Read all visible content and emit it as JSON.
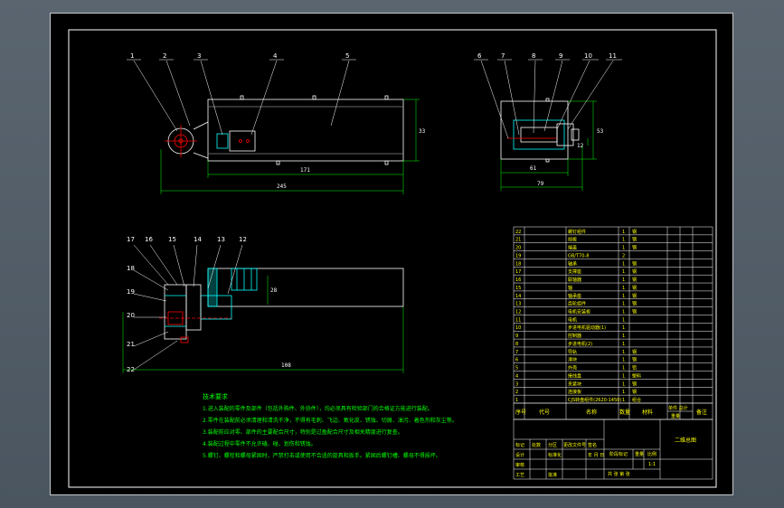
{
  "balloons": [
    "1",
    "2",
    "3",
    "4",
    "5",
    "6",
    "7",
    "8",
    "9",
    "10",
    "11",
    "12",
    "13",
    "14",
    "15",
    "16",
    "17",
    "18",
    "19",
    "20",
    "21",
    "22"
  ],
  "dimensions": {
    "front_inner_length": "171",
    "front_total_length": "245",
    "front_height": "33",
    "side_inner_width": "61",
    "side_total_width": "79",
    "side_height": "53",
    "side_small": "12",
    "section_total_length": "108",
    "section_height": "28"
  },
  "notes": {
    "title": "技术要求",
    "items": [
      "1.进入装配的零件及部件（包括外购件、外协件），均必须具有检验部门的合格证方能进行装配。",
      "2.零件在装配前必须清理和清洗干净，不得有毛刺、飞边、氧化皮、锈蚀、切屑、油污、着色剂和灰尘等。",
      "3.装配前应对零、部件的主要配合尺寸，特别是过盈配合尺寸及相关精度进行复查。",
      "4.装配过程中零件不允许磕、碰、划伤和锈蚀。",
      "5.螺钉、螺栓和螺母紧固时，严禁打击或使用不合适的旋具和扳手。紧固后螺钉槽、螺母不得损坏。"
    ]
  },
  "title_block": {
    "col_no": "序号",
    "col_code": "代号",
    "col_name": "名称",
    "col_qty": "数量",
    "col_material": "材料",
    "col_weight": "单件  总计",
    "col_weight_sub": "重量",
    "col_remark": "备注",
    "drawing_title": "二维总图",
    "stage_label": "阶段标记",
    "weight_label": "重量",
    "scale_label": "比例",
    "scale_value": "1:1",
    "sheet_labels": "共    张    第    张",
    "design_label": "设计",
    "review_label": "审核",
    "process_label": "工艺",
    "standard_label": "标准化",
    "approve_label": "批准",
    "mark_label": "标记",
    "count_label": "处数",
    "zone_label": "分区",
    "change_label": "更改文件号",
    "sign_label": "签名",
    "date_label": "年 月 日"
  },
  "bom": [
    {
      "no": "22",
      "name": "螺钉组件",
      "qty": "1",
      "mat": "钢"
    },
    {
      "no": "21",
      "name": "挡板",
      "qty": "1",
      "mat": "钢"
    },
    {
      "no": "20",
      "name": "端盖",
      "qty": "1",
      "mat": "钢"
    },
    {
      "no": "19",
      "name": "GB/T70-8",
      "qty": "2",
      "mat": ""
    },
    {
      "no": "18",
      "name": "轴承",
      "qty": "1",
      "mat": "钢"
    },
    {
      "no": "17",
      "name": "支撑座",
      "qty": "1",
      "mat": "钢"
    },
    {
      "no": "16",
      "name": "联轴器",
      "qty": "1",
      "mat": "钢"
    },
    {
      "no": "15",
      "name": "轴",
      "qty": "1",
      "mat": "钢"
    },
    {
      "no": "14",
      "name": "轴承座",
      "qty": "1",
      "mat": "钢"
    },
    {
      "no": "13",
      "name": "齿轮组件",
      "qty": "1",
      "mat": "钢"
    },
    {
      "no": "12",
      "name": "电机安装板",
      "qty": "1",
      "mat": "钢"
    },
    {
      "no": "11",
      "name": "电机",
      "qty": "1",
      "mat": ""
    },
    {
      "no": "10",
      "name": "步进电机驱动器(1)",
      "qty": "1",
      "mat": ""
    },
    {
      "no": "9",
      "name": "控制器",
      "qty": "1",
      "mat": ""
    },
    {
      "no": "8",
      "name": "步进电机(2)",
      "qty": "1",
      "mat": ""
    },
    {
      "no": "7",
      "name": "导轨",
      "qty": "1",
      "mat": "钢"
    },
    {
      "no": "6",
      "name": "滑块",
      "qty": "1",
      "mat": "钢"
    },
    {
      "no": "5",
      "name": "外壳",
      "qty": "1",
      "mat": "铝"
    },
    {
      "no": "4",
      "name": "接线盒",
      "qty": "1",
      "mat": "塑料"
    },
    {
      "no": "3",
      "name": "夹紧块",
      "qty": "1",
      "mat": "钢"
    },
    {
      "no": "2",
      "name": "连接板",
      "qty": "1",
      "mat": "钢"
    },
    {
      "no": "1",
      "name": "CJS转盘组件(2620-1450)",
      "qty": "1",
      "mat": "组合"
    }
  ]
}
